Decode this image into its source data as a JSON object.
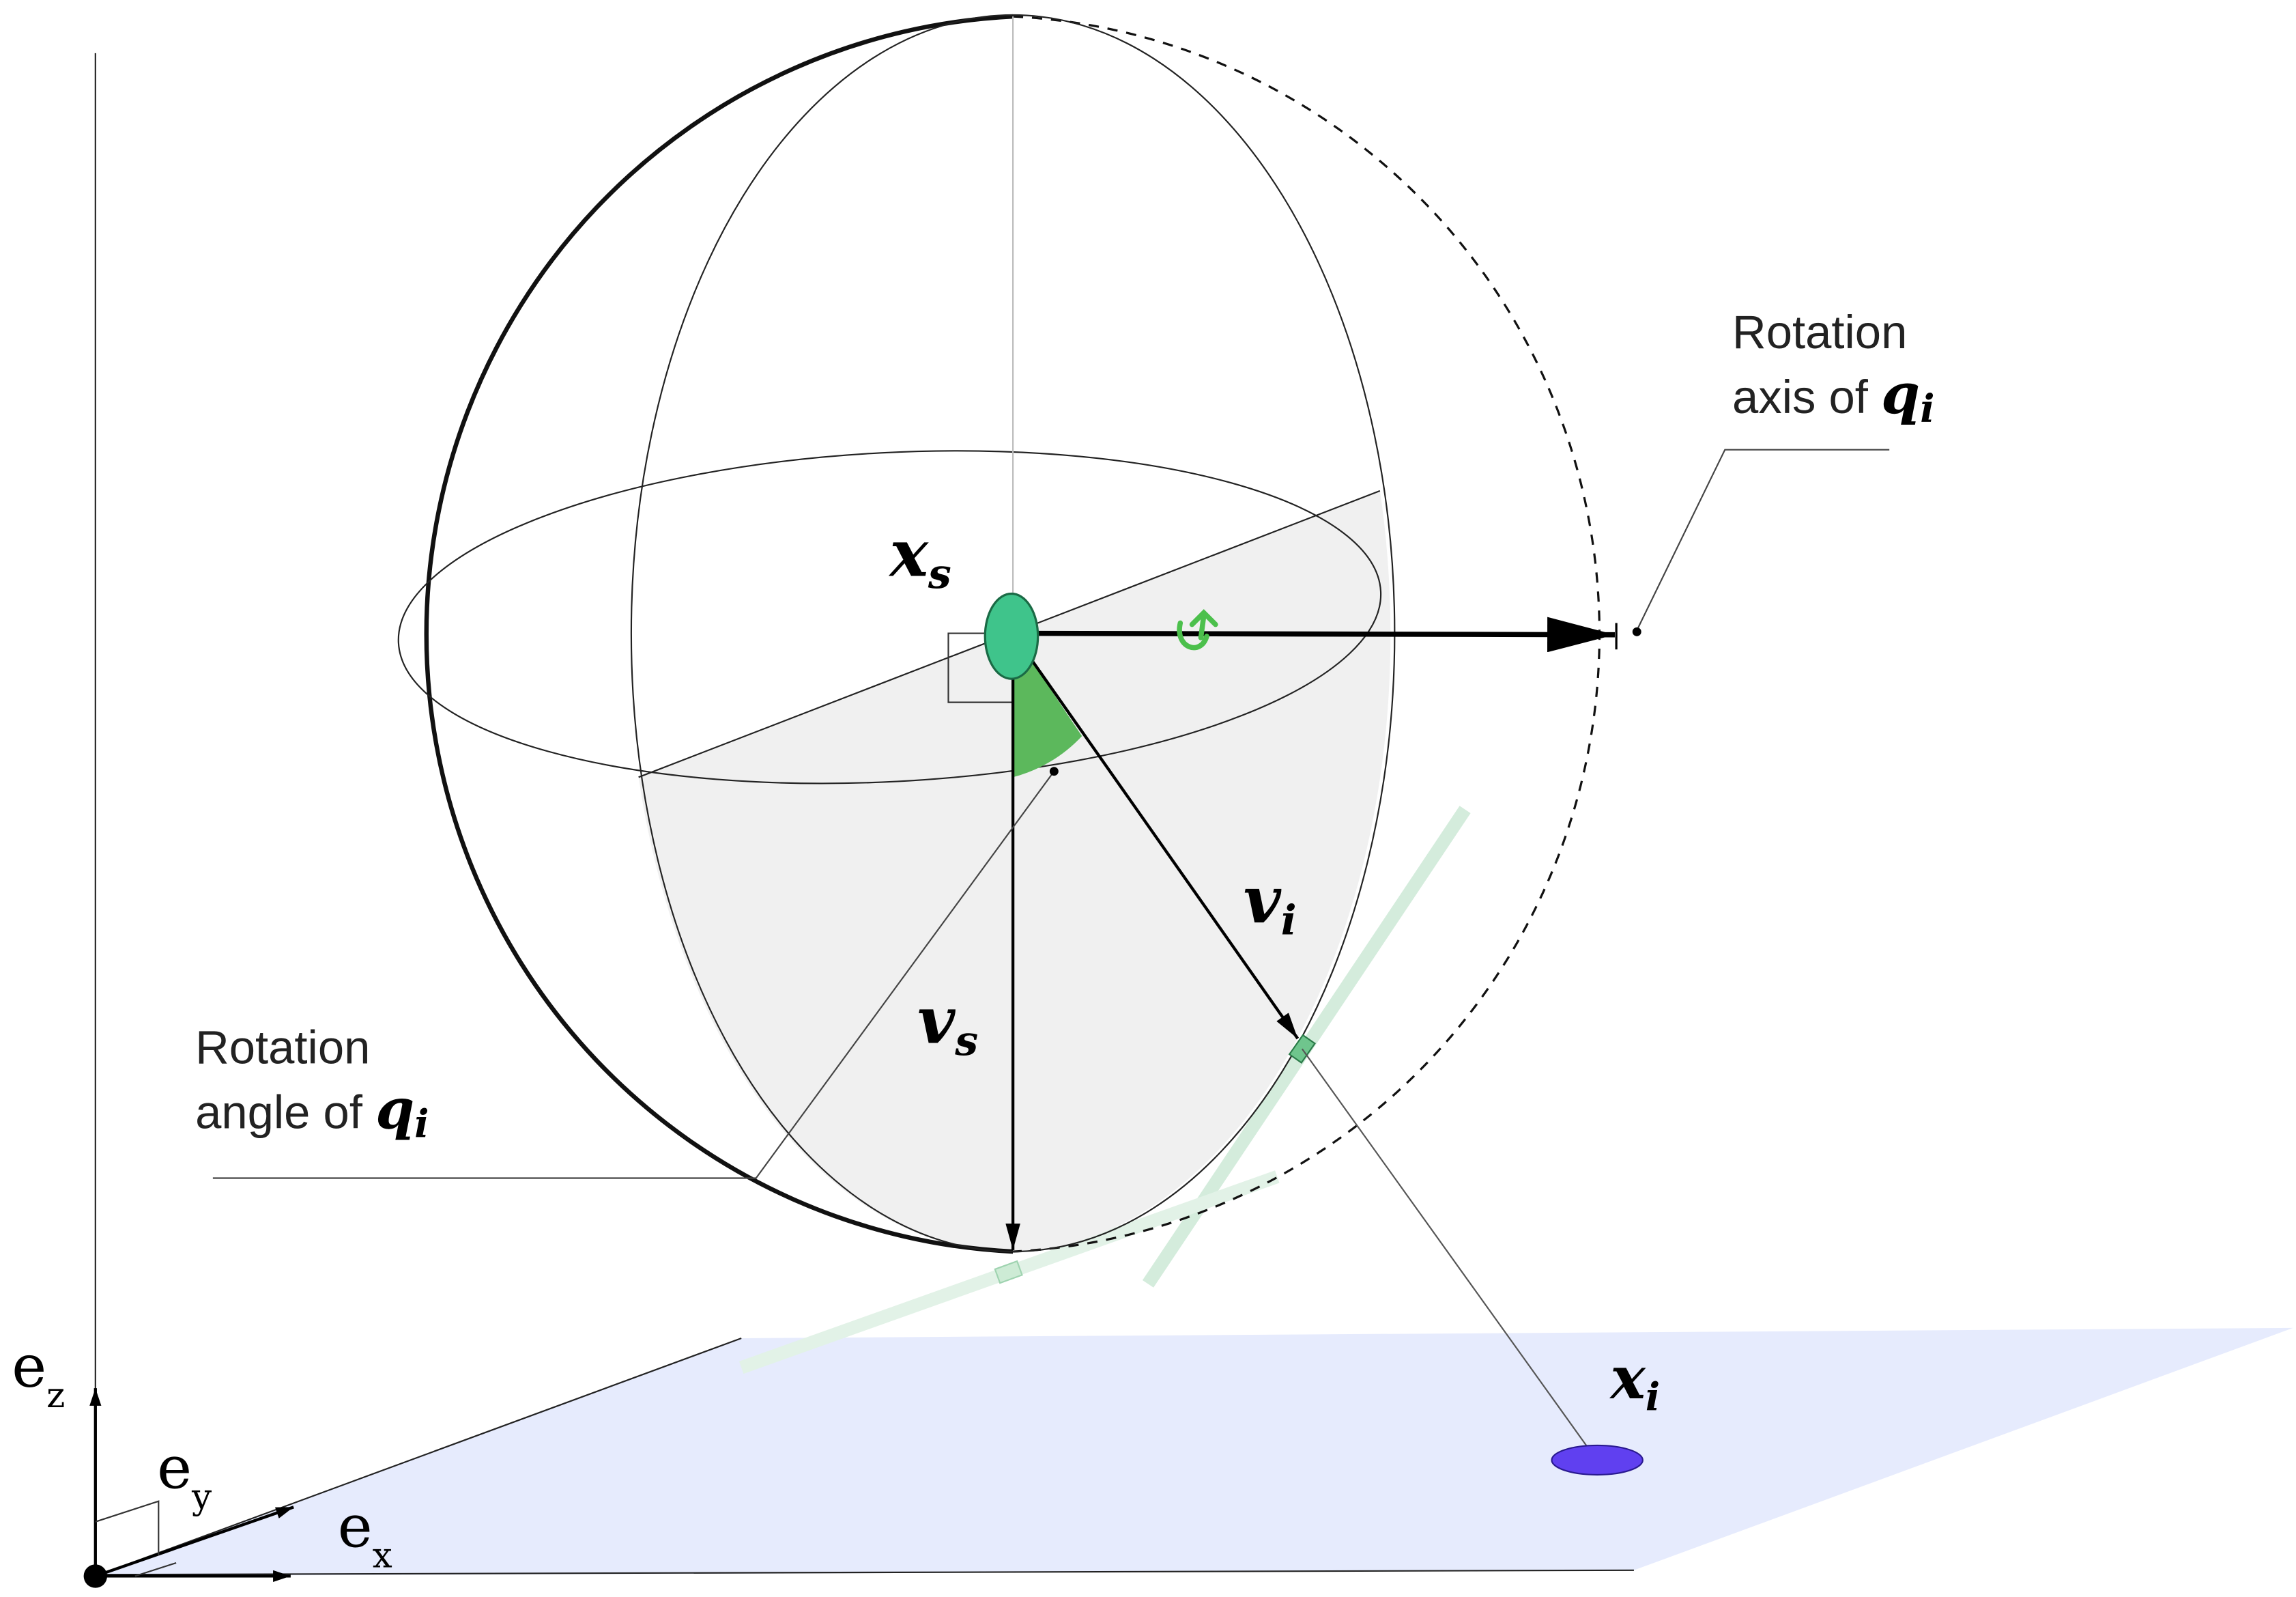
{
  "labels": {
    "rotation_axis_line1": "Rotation",
    "rotation_axis_line2": "axis of ",
    "rotation_angle_line1": "Rotation",
    "rotation_angle_line2": "angle of ",
    "q": "q",
    "q_sub": "i"
  },
  "symbols": {
    "xs_main": "x",
    "xs_sub": "s",
    "vs_main": "v",
    "vs_sub": "s",
    "vi_main": "v",
    "vi_sub": "i",
    "xi_main": "x",
    "xi_sub": "i"
  },
  "frame": {
    "ez": "e",
    "ez_sub": "z",
    "ey": "e",
    "ey_sub": "y",
    "ex": "e",
    "ex_sub": "x"
  },
  "icons": {
    "rotation": "rotation-arrow-icon"
  },
  "colors": {
    "sphere_stroke": "#111111",
    "shaded_region": "#f0f0f0",
    "center_marker": "#3fc48b",
    "angle_wedge": "#5cb85c",
    "rotation_icon": "#4cc04c",
    "ghost_green": "#cfe9d8",
    "ground_plane": "#e6ebfd",
    "target_point": "#6040f0",
    "arrow": "#000000"
  }
}
